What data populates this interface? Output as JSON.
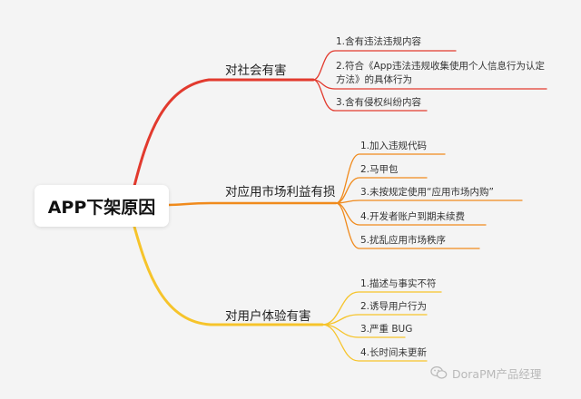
{
  "root": {
    "title": "APP下架原因"
  },
  "branches": [
    {
      "label": "对社会有害",
      "color": "#e23a2e",
      "items": [
        "1.含有违法违规内容",
        "2.符合《App违法违规收集使用个人信息行为认定方法》的具体行为",
        "3.含有侵权纠纷内容"
      ]
    },
    {
      "label": "对应用市场利益有损",
      "color": "#f08a1c",
      "items": [
        "1.加入违规代码",
        "2.马甲包",
        "3.未按规定使用“应用市场内购”",
        "4.开发者账户到期未续费",
        "5.扰乱应用市场秩序"
      ]
    },
    {
      "label": "对用户体验有害",
      "color": "#f6c42b",
      "items": [
        "1.描述与事实不符",
        "2.诱导用户行为",
        "3.严重 BUG",
        "4.长时间未更新"
      ]
    }
  ],
  "watermark": {
    "text": "DoraPM产品经理",
    "icon": "wechat-icon"
  }
}
